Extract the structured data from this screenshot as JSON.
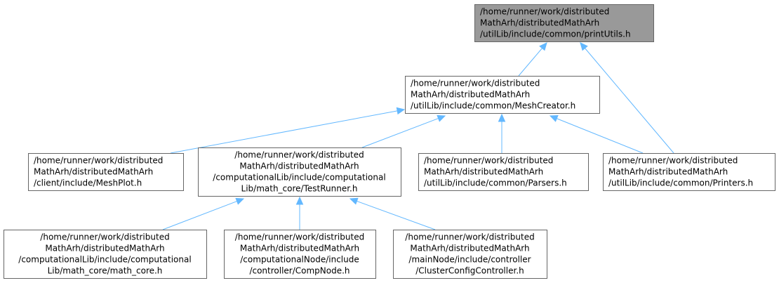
{
  "nodes": [
    {
      "id": "printUtils",
      "root": true,
      "lines": [
        "/home/runner/work/distributed",
        "MathArh/distributedMathArh",
        "/utilLib/include/common/printUtils.h"
      ]
    },
    {
      "id": "MeshCreator",
      "lines": [
        "/home/runner/work/distributed",
        "MathArh/distributedMathArh",
        "/utilLib/include/common/MeshCreator.h"
      ]
    },
    {
      "id": "MeshPlot",
      "lines": [
        "/home/runner/work/distributed",
        "MathArh/distributedMathArh",
        "/client/include/MeshPlot.h"
      ]
    },
    {
      "id": "TestRunner",
      "lines": [
        "/home/runner/work/distributed",
        "MathArh/distributedMathArh",
        "/computationalLib/include/computational",
        "Lib/math_core/TestRunner.h"
      ]
    },
    {
      "id": "Parsers",
      "lines": [
        "/home/runner/work/distributed",
        "MathArh/distributedMathArh",
        "/utilLib/include/common/Parsers.h"
      ]
    },
    {
      "id": "Printers",
      "lines": [
        "/home/runner/work/distributed",
        "MathArh/distributedMathArh",
        "/utilLib/include/common/Printers.h"
      ]
    },
    {
      "id": "math_core",
      "lines": [
        "/home/runner/work/distributed",
        "MathArh/distributedMathArh",
        "/computationalLib/include/computational",
        "Lib/math_core/math_core.h"
      ]
    },
    {
      "id": "CompNode",
      "lines": [
        "/home/runner/work/distributed",
        "MathArh/distributedMathArh",
        "/computationalNode/include",
        "/controller/CompNode.h"
      ]
    },
    {
      "id": "ClusterConfigController",
      "lines": [
        "/home/runner/work/distributed",
        "MathArh/distributedMathArh",
        "/mainNode/include/controller",
        "/ClusterConfigController.h"
      ]
    }
  ],
  "edges": [
    {
      "from": "MeshCreator",
      "to": "printUtils"
    },
    {
      "from": "Printers",
      "to": "printUtils"
    },
    {
      "from": "MeshPlot",
      "to": "MeshCreator"
    },
    {
      "from": "TestRunner",
      "to": "MeshCreator"
    },
    {
      "from": "Parsers",
      "to": "MeshCreator"
    },
    {
      "from": "Printers",
      "to": "MeshCreator"
    },
    {
      "from": "math_core",
      "to": "TestRunner"
    },
    {
      "from": "CompNode",
      "to": "TestRunner"
    },
    {
      "from": "ClusterConfigController",
      "to": "TestRunner"
    }
  ],
  "colors": {
    "edge": "#63b8ff",
    "root_fill": "#999999",
    "node_fill": "#ffffff",
    "node_border": "#666666"
  }
}
